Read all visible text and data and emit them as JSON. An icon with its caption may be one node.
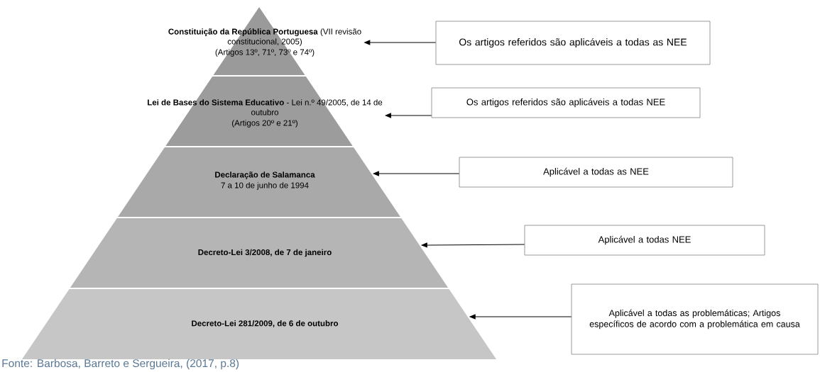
{
  "diagram": {
    "caption": "Fonte: Barbosa, Barreto e Sergueira, (2017, p.8)",
    "nodes": [
      {
        "text": [
          "**Constituição da República Portuguesa** (VII revisão constitucional, 2005)",
          "(Artigos 13º, 71º, 73º e 74º)"
        ]
      },
      {
        "text": [
          "**Lei de Bases do Sistema Educativo** - Lei n.º 49/2005, de 14 de outubro",
          "(Artigos 20º e 21º)"
        ]
      },
      {
        "text": [
          "Declaração de Salamanca",
          "7 a 10 de junho de 1994"
        ]
      },
      {
        "text": [
          "Decreto-Lei 3/2008, de 7 de janeiro"
        ]
      },
      {
        "text": [
          "Decreto-Lei 281/2009, de 6 de outubro"
        ]
      },
      {
        "text": [
          "Os artigos referidos são aplicáveis a todas as NEE"
        ]
      },
      {
        "text": [
          "Os artigos referidos são aplicáveis a todas NEE"
        ]
      },
      {
        "text": [
          "Aplicável a todas as NEE"
        ]
      },
      {
        "text": [
          "Aplicável a todas NEE"
        ]
      },
      {
        "text": [
          "Aplicável a todas as problemáticas; Artigos específicos de acordo com a problemática em causa"
        ]
      }
    ],
    "edges": [
      {
        "from": 5,
        "to": 0,
        "arrow": "to"
      },
      {
        "from": 6,
        "to": 1,
        "arrow": "to"
      },
      {
        "from": 7,
        "to": 2,
        "arrow": "to"
      },
      {
        "from": 8,
        "to": 3,
        "arrow": "to"
      },
      {
        "from": 9,
        "to": 4,
        "arrow": "to"
      }
    ]
  }
}
